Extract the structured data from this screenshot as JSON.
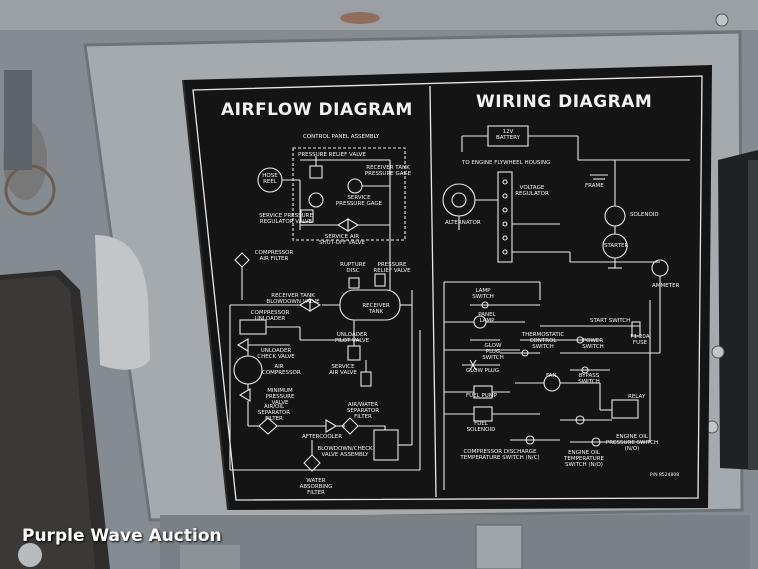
{
  "airflow": {
    "title": "AIRFLOW DIAGRAM",
    "labels": {
      "control_panel": "CONTROL PANEL ASSEMBLY",
      "pressure_relief_valve": "PRESSURE RELIEF VALVE",
      "hose_reel": "HOSE REEL",
      "receiver_tank_gage": "RECEIVER TANK PRESSURE GAGE",
      "service_gage": "SERVICE PRESSURE GAGE",
      "service_regulator": "SERVICE PRESSURE REGULATOR VALVE",
      "service_shutoff": "SERVICE AIR SHUT-OFF VALVE",
      "air_filter": "COMPRESSOR AIR FILTER",
      "rupture_disc": "RUPTURE DISC",
      "pressure_relief_valve_2": "PRESSURE RELIEF VALVE",
      "blowdown_valve": "RECEIVER TANK BLOWDOWN VALVE",
      "receiver_tank": "RECEIVER TANK",
      "compressor_unloader": "COMPRESSOR UNLOADER",
      "unloader_pilot": "UNLOADER PILOT VALVE",
      "unloader_check": "UNLOADER CHECK VALVE",
      "service_air_valve": "SERVICE AIR VALVE",
      "air_compressor": "AIR COMPRESSOR",
      "min_pressure": "MINIMUM PRESSURE VALVE",
      "air_oil_filter": "AIR/OIL SEPARATOR FILTER",
      "air_water_filter": "AIR/WATER SEPARATOR FILTER",
      "aftercooler": "AFTERCOOLER",
      "blowdown_check": "BLOWDOWN/CHECK VALVE ASSEMBLY",
      "water_filter": "WATER ABSORBING FILTER"
    }
  },
  "wiring": {
    "title": "WIRING DIAGRAM",
    "labels": {
      "battery": "12V BATTERY",
      "flywheel": "TO ENGINE FLYWHEEL HOUSING",
      "frame": "FRAME",
      "alternator": "ALTERNATOR",
      "voltage_regulator": "VOLTAGE REGULATOR",
      "solenoid": "SOLENOID",
      "starter": "STARTER",
      "ammeter": "AMMETER",
      "lamp_switch": "LAMP SWITCH",
      "panel_lamp": "PANEL LAMP",
      "start_switch": "START SWITCH",
      "thermostatic": "THERMOSTATIC CONTROL SWITCH",
      "power_switch": "POWER SWITCH",
      "fuse": "F1 20A FUSE",
      "glow_plug_switch": "GLOW PLUG SWITCH",
      "glow_plug": "GLOW PLUG",
      "bypass_switch": "BYPASS SWITCH",
      "fan": "FAN",
      "relay": "RELAY",
      "fuel_pump": "FUEL PUMP",
      "fuel_solenoid": "FUEL SOLENOID",
      "oil_pressure": "ENGINE OIL PRESSURE SWITCH (N/O)",
      "discharge_temp": "COMPRESSOR DISCHARGE TEMPERATURE SWITCH (N/C)",
      "oil_temp": "ENGINE OIL TEMPERATURE SWITCH (N/O)",
      "part_no": "P/N 8524808"
    }
  },
  "watermark": "Purple Wave Auction",
  "colors": {
    "plate": "#141414",
    "ink": "#f2f2f2",
    "panel": "#a4a9ad",
    "enclosure": "#7c8388"
  }
}
